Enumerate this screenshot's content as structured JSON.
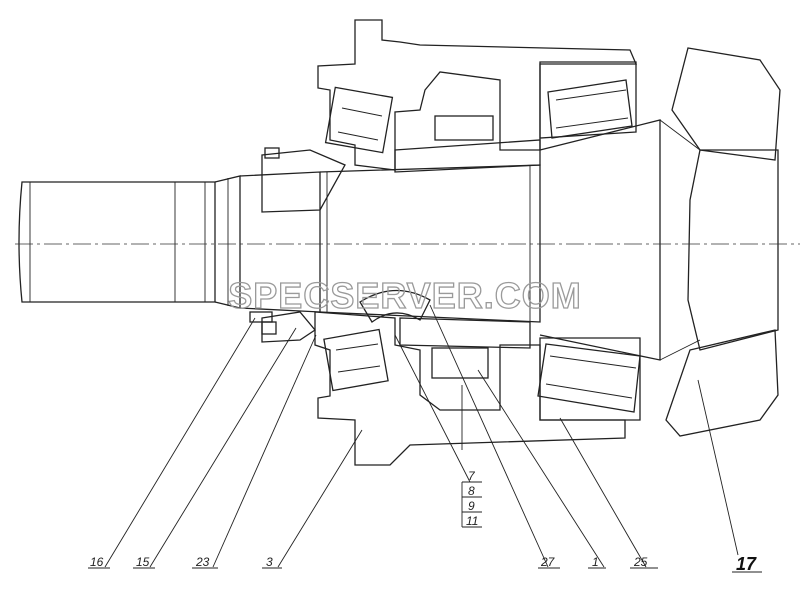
{
  "watermark": "SPECSERVER.COM",
  "callouts": [
    {
      "id": "p16",
      "label": "16"
    },
    {
      "id": "p15",
      "label": "15"
    },
    {
      "id": "p23",
      "label": "23"
    },
    {
      "id": "p3",
      "label": "3"
    },
    {
      "id": "p7",
      "label": "7"
    },
    {
      "id": "p8",
      "label": "8"
    },
    {
      "id": "p9",
      "label": "9"
    },
    {
      "id": "p11",
      "label": "11"
    },
    {
      "id": "p27",
      "label": "27"
    },
    {
      "id": "p1",
      "label": "1"
    },
    {
      "id": "p25",
      "label": "25"
    },
    {
      "id": "p17",
      "label": "17"
    }
  ],
  "colors": {
    "ink": "#222222",
    "watermark": "#9a9a9a",
    "background": "#ffffff"
  }
}
